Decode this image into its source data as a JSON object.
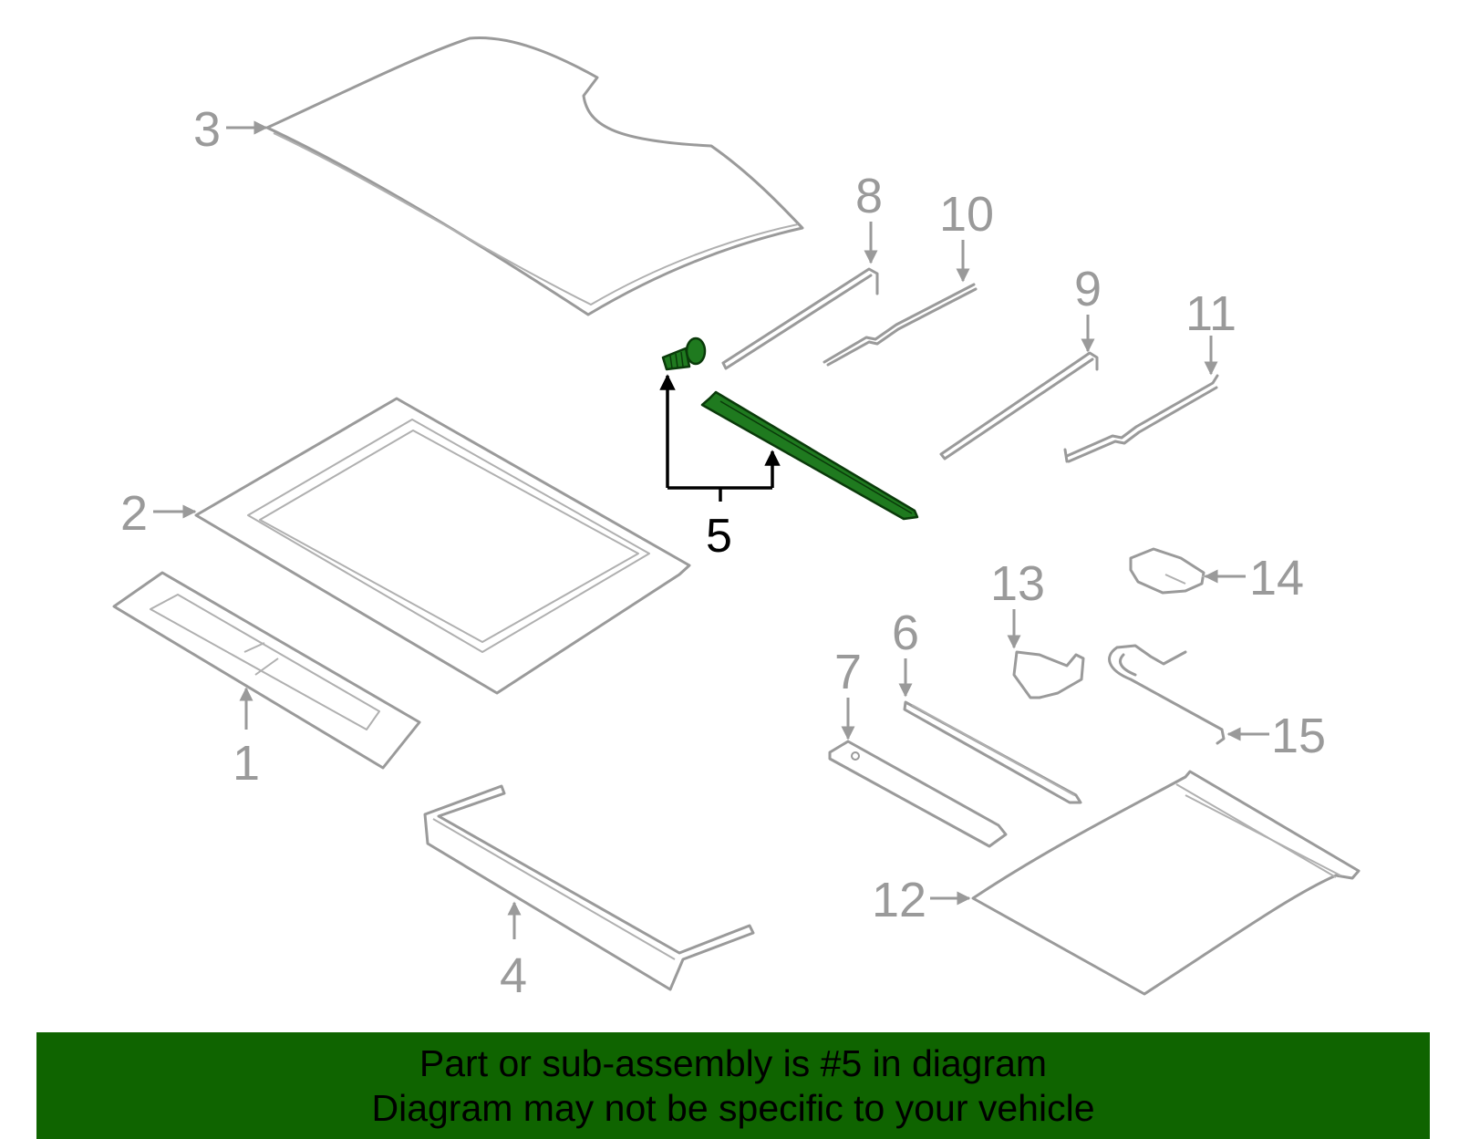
{
  "diagram": {
    "callouts": [
      "1",
      "2",
      "3",
      "4",
      "5",
      "6",
      "7",
      "8",
      "9",
      "10",
      "11",
      "12",
      "13",
      "14",
      "15"
    ],
    "highlighted_callout": "5",
    "colors": {
      "part_outline": "#9a9a9a",
      "highlight_fill": "#1f7a1f",
      "highlight_leader": "#000000",
      "banner_background": "#0f6400"
    }
  },
  "banner": {
    "line1": "Part or sub-assembly is #5 in diagram",
    "line2": "Diagram may not be specific to your vehicle"
  }
}
